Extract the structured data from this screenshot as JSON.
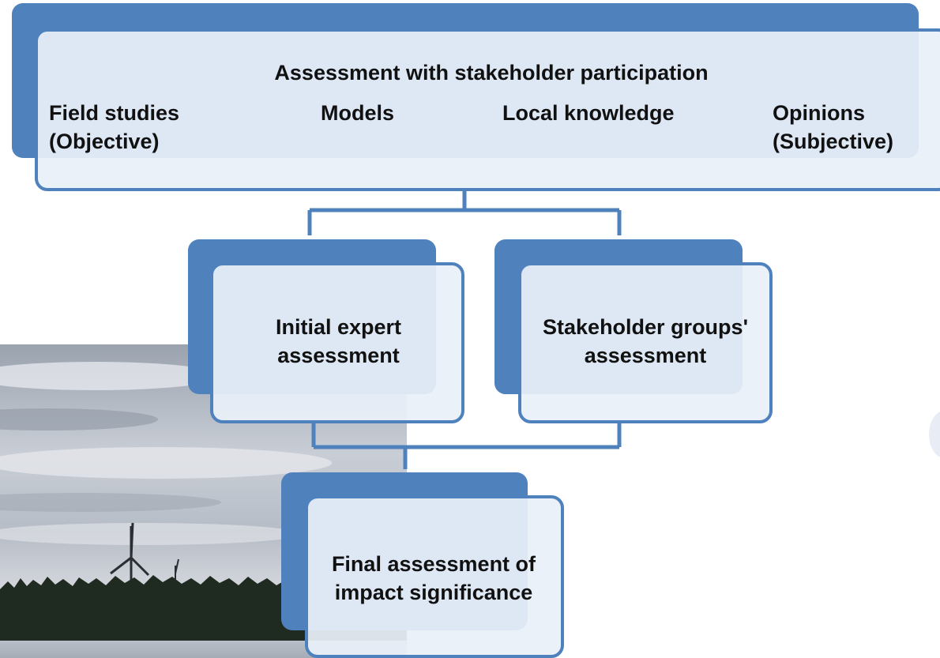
{
  "top_box": {
    "title": "Assessment with stakeholder participation",
    "field_studies": "Field studies",
    "objective": "(Objective)",
    "models": "Models",
    "local_knowledge": "Local knowledge",
    "opinions": "Opinions",
    "subjective": "(Subjective)"
  },
  "expert_box": {
    "line1": "Initial expert",
    "line2": "assessment"
  },
  "stakeholder_box": {
    "line1": "Stakeholder groups'",
    "line2": "assessment"
  },
  "final_box": {
    "line1": "Final assessment of",
    "line2": "impact significance"
  },
  "colors": {
    "accent": "#4f81bd",
    "box_fill": "#eaf0f9",
    "text": "#111111"
  }
}
